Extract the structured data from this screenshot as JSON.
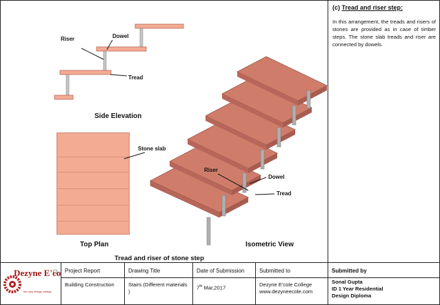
{
  "labels": {
    "riser_side": "Riser",
    "dowel_side": "Dowel",
    "tread_side": "Tread",
    "side_elevation": "Side Elevation",
    "stone_slab": "Stone slab",
    "riser_iso": "Riser",
    "dowel_iso": "Dowel",
    "tread_iso": "Tread",
    "top_plan": "Top Plan",
    "isometric_view": "Isometric View",
    "caption": "Tread and riser of stone step"
  },
  "right_panel": {
    "title_prefix": "(c)",
    "title": "Tread and riser step:",
    "body": "In this arrangement, the treads and risers of stones are provided as in case of timber steps. The stone slab treads and riser are connected by dowels."
  },
  "footer": {
    "logo_text": "Dezyne E'cole",
    "logo_tagline": "the only design college",
    "headers": {
      "project_report": "Project Report",
      "drawing_title": "Drawing Title",
      "date_of_submission": "Date of Submission",
      "submitted_to": "Submitted to",
      "submitted_by": "Submitted by"
    },
    "values": {
      "project_report": "Building Construction",
      "drawing_title": "Stairs (Different materials )",
      "date_day": "7",
      "date_sup": "th",
      "date_rest": " Mar,2017",
      "submitted_to_1": "Dezyne E'cole College",
      "submitted_to_2": "www.dezyneecole.com",
      "submitted_by_1": "Sonal Gupta",
      "submitted_by_2": "ID 1 Year Residential",
      "submitted_by_3": "Design Diploma"
    }
  },
  "colors": {
    "slab": "#f3ab93",
    "tread_top": "#cf7d6a",
    "tread_edge": "#b8665a",
    "dowel": "#b0b0b0"
  }
}
